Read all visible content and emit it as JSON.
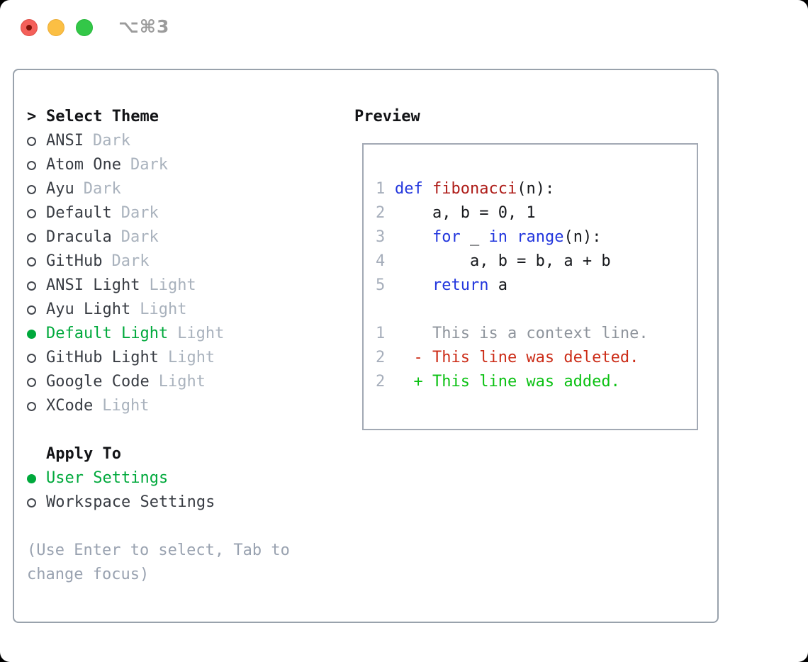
{
  "window": {
    "shortcut": "⌥⌘3",
    "traffic_lights": [
      "close",
      "minimize",
      "zoom"
    ]
  },
  "colors": {
    "selection_green": "#00a93c",
    "added_green": "#0bc113",
    "deleted_red": "#cc2d18",
    "keyword_blue": "#2236dd",
    "function_red": "#ae1c18",
    "muted_gray": "#a9b2bd",
    "panel_border": "#99a2ac"
  },
  "theme_panel": {
    "title": "Select Theme",
    "cursor": ">",
    "themes": [
      {
        "name": "ANSI",
        "tag": "Dark",
        "selected": false
      },
      {
        "name": "Atom One",
        "tag": "Dark",
        "selected": false
      },
      {
        "name": "Ayu",
        "tag": "Dark",
        "selected": false
      },
      {
        "name": "Default",
        "tag": "Dark",
        "selected": false
      },
      {
        "name": "Dracula",
        "tag": "Dark",
        "selected": false
      },
      {
        "name": "GitHub",
        "tag": "Dark",
        "selected": false
      },
      {
        "name": "ANSI Light",
        "tag": "Light",
        "selected": false
      },
      {
        "name": "Ayu Light",
        "tag": "Light",
        "selected": false
      },
      {
        "name": "Default Light",
        "tag": "Light",
        "selected": true
      },
      {
        "name": "GitHub Light",
        "tag": "Light",
        "selected": false
      },
      {
        "name": "Google Code",
        "tag": "Light",
        "selected": false
      },
      {
        "name": "XCode",
        "tag": "Light",
        "selected": false
      }
    ],
    "apply_to": {
      "title": "Apply To",
      "options": [
        {
          "label": "User Settings",
          "selected": true
        },
        {
          "label": "Workspace Settings",
          "selected": false
        }
      ]
    },
    "help": [
      "(Use Enter to select, Tab to",
      "change focus)"
    ]
  },
  "preview": {
    "title": "Preview",
    "lines": [
      {
        "num": "1",
        "tokens": [
          {
            "text": "def ",
            "type": "keyword"
          },
          {
            "text": "fibonacci",
            "type": "function"
          },
          {
            "text": "(n):",
            "type": "plain"
          }
        ]
      },
      {
        "num": "2",
        "tokens": [
          {
            "text": "    a, b = 0, 1",
            "type": "plain"
          }
        ]
      },
      {
        "num": "3",
        "tokens": [
          {
            "text": "    ",
            "type": "plain"
          },
          {
            "text": "for",
            "type": "keyword"
          },
          {
            "text": " _ ",
            "type": "plain"
          },
          {
            "text": "in",
            "type": "keyword"
          },
          {
            "text": " ",
            "type": "plain"
          },
          {
            "text": "range",
            "type": "keyword"
          },
          {
            "text": "(n):",
            "type": "plain"
          }
        ]
      },
      {
        "num": "4",
        "tokens": [
          {
            "text": "        a, b = b, a + b",
            "type": "plain"
          }
        ]
      },
      {
        "num": "5",
        "tokens": [
          {
            "text": "    ",
            "type": "plain"
          },
          {
            "text": "return",
            "type": "keyword"
          },
          {
            "text": " a",
            "type": "plain"
          }
        ]
      },
      {
        "num": "",
        "tokens": []
      },
      {
        "num": "1",
        "tokens": [
          {
            "text": "    This is a context line.",
            "type": "context"
          }
        ]
      },
      {
        "num": "2",
        "tokens": [
          {
            "text": "  - This line was deleted.",
            "type": "deleted"
          }
        ]
      },
      {
        "num": "2",
        "tokens": [
          {
            "text": "  + This line was added.",
            "type": "added"
          }
        ]
      }
    ]
  }
}
